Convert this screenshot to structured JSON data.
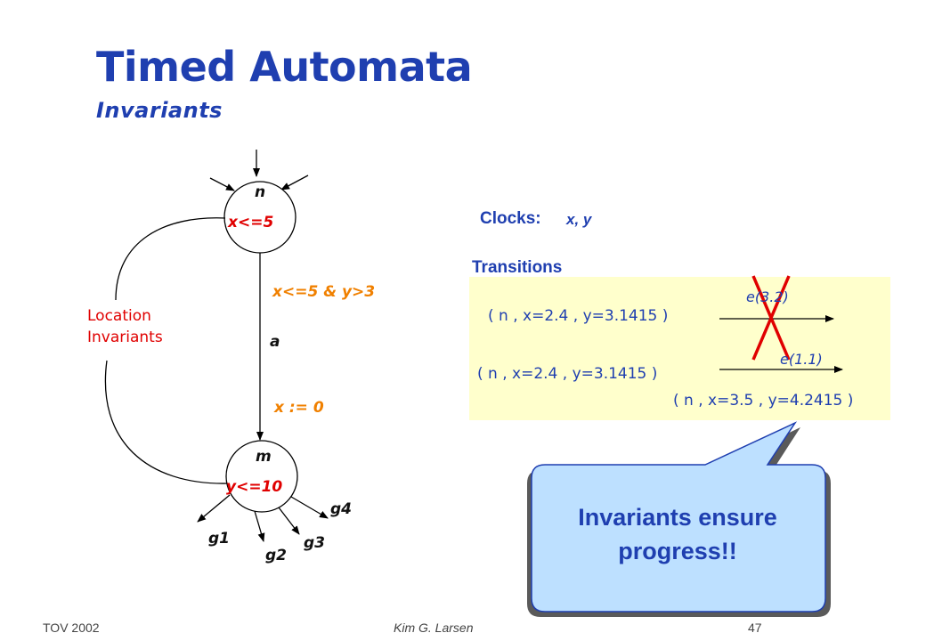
{
  "slide": {
    "title": "Timed Automata",
    "subtitle": "Invariants"
  },
  "automaton": {
    "location_n": {
      "name": "n",
      "invariant": "x<=5"
    },
    "location_m": {
      "name": "m",
      "invariant": "y<=10"
    },
    "edge": {
      "guard": "x<=5 & y>3",
      "action": "a",
      "reset": "x := 0"
    },
    "annotation_line1": "Location",
    "annotation_line2": "Invariants",
    "outgoing_labels": [
      "g1",
      "g2",
      "g3",
      "g4"
    ]
  },
  "clocks": {
    "label": "Clocks:",
    "value": "x, y"
  },
  "transitions": {
    "label": "Transitions",
    "t1": {
      "from": "( n , x=2.4 , y=3.1415 )",
      "delay": "e(3.2)",
      "crossed_out": true
    },
    "t2": {
      "from": "( n , x=2.4 , y=3.1415 )",
      "delay": "e(1.1)",
      "to": "( n , x=3.5 , y=4.2415 )"
    }
  },
  "callout": {
    "text": "Invariants ensure progress!!"
  },
  "footer": {
    "left": "TOV 2002",
    "center": "Kim G. Larsen",
    "page": "47"
  },
  "colors": {
    "blue": "#1f3fb0",
    "red": "#e00000",
    "orange": "#f08000",
    "callout_fill": "#bde0ff",
    "box_fill": "#ffffcc"
  }
}
